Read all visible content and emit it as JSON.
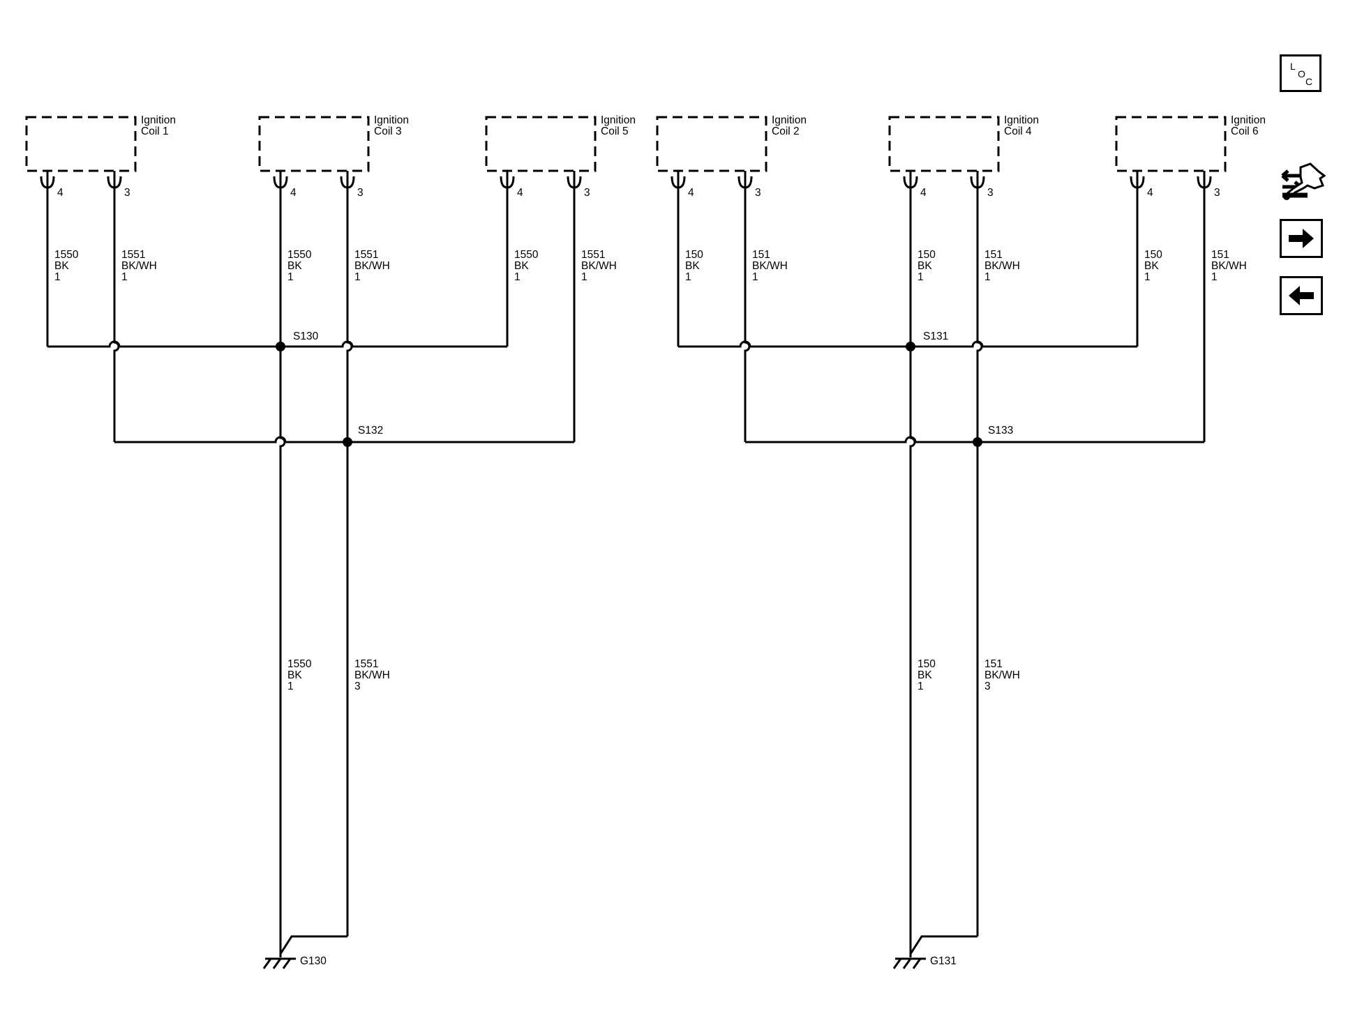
{
  "connectors": [
    {
      "title": [
        "Ignition",
        "Coil 1"
      ],
      "pins": [
        "4",
        "3"
      ]
    },
    {
      "title": [
        "Ignition",
        "Coil 3"
      ],
      "pins": [
        "4",
        "3"
      ]
    },
    {
      "title": [
        "Ignition",
        "Coil 5"
      ],
      "pins": [
        "4",
        "3"
      ]
    },
    {
      "title": [
        "Ignition",
        "Coil 2"
      ],
      "pins": [
        "4",
        "3"
      ]
    },
    {
      "title": [
        "Ignition",
        "Coil 4"
      ],
      "pins": [
        "4",
        "3"
      ]
    },
    {
      "title": [
        "Ignition",
        "Coil 6"
      ],
      "pins": [
        "4",
        "3"
      ]
    }
  ],
  "wire_labels": [
    [
      "1550",
      "BK",
      "1"
    ],
    [
      "1551",
      "BK/WH",
      "1"
    ],
    [
      "1550",
      "BK",
      "1"
    ],
    [
      "1551",
      "BK/WH",
      "1"
    ],
    [
      "1550",
      "BK",
      "1"
    ],
    [
      "1551",
      "BK/WH",
      "1"
    ],
    [
      "150",
      "BK",
      "1"
    ],
    [
      "151",
      "BK/WH",
      "1"
    ],
    [
      "150",
      "BK",
      "1"
    ],
    [
      "151",
      "BK/WH",
      "1"
    ],
    [
      "150",
      "BK",
      "1"
    ],
    [
      "151",
      "BK/WH",
      "1"
    ]
  ],
  "lower_wire_labels": [
    [
      "1550",
      "BK",
      "1"
    ],
    [
      "1551",
      "BK/WH",
      "3"
    ],
    [
      "150",
      "BK",
      "1"
    ],
    [
      "151",
      "BK/WH",
      "3"
    ]
  ],
  "splices": [
    "S130",
    "S132",
    "S131",
    "S133"
  ],
  "grounds": [
    "G130",
    "G131"
  ],
  "side_buttons": {
    "loc_letters": [
      "L",
      "O",
      "C"
    ],
    "icons": [
      "connector-swap-icon",
      "arrow-right-icon",
      "arrow-left-icon"
    ]
  }
}
